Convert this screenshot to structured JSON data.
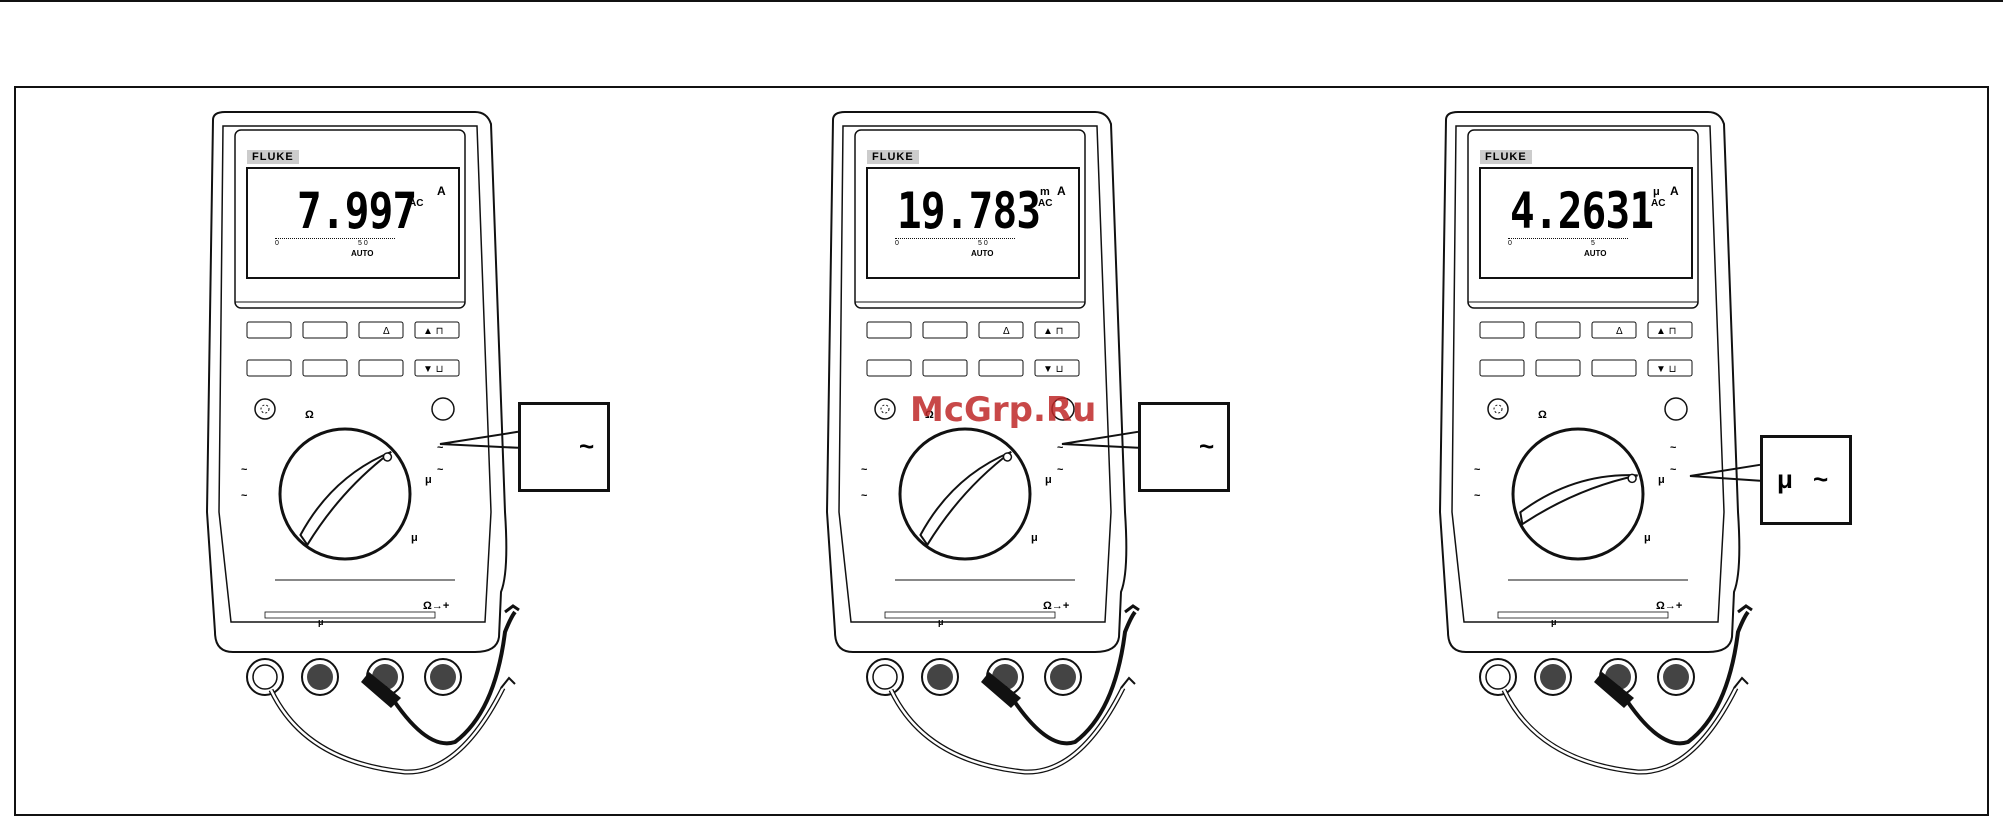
{
  "meters": [
    {
      "brand": "FLUKE",
      "reading": "7.997",
      "prefix": "",
      "coupling": "AC",
      "unit": "A",
      "mode": "AUTO",
      "scale_zero": "0",
      "scale_mark": "5 0",
      "callout": {
        "prefix": "",
        "symbol": "~"
      }
    },
    {
      "brand": "FLUKE",
      "reading": "19.783",
      "prefix": "m",
      "coupling": "AC",
      "unit": "A",
      "mode": "AUTO",
      "scale_zero": "0",
      "scale_mark": "5 0",
      "callout": {
        "prefix": "",
        "symbol": "~"
      }
    },
    {
      "brand": "FLUKE",
      "reading": "4.2631",
      "prefix": "μ",
      "coupling": "AC",
      "unit": "A",
      "mode": "AUTO",
      "scale_zero": "0",
      "scale_mark": "5",
      "callout": {
        "prefix": "μ",
        "symbol": "~"
      }
    }
  ],
  "dial_labels": {
    "ohm": "Ω",
    "mu": "μ",
    "ohm_diode": "Ω→+",
    "tilde": "~"
  },
  "watermark": "McGrp.Ru"
}
